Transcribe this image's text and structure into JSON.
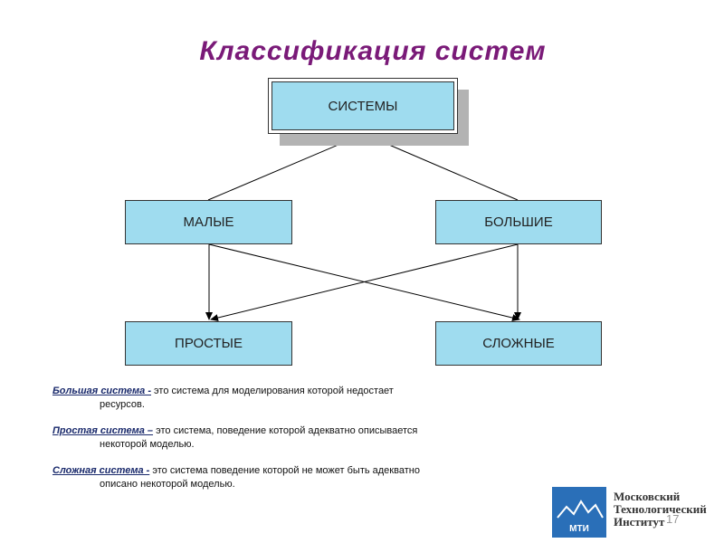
{
  "title": "Классификация систем",
  "nodes": {
    "root": "СИСТЕМЫ",
    "small": "МАЛЫЕ",
    "large": "БОЛЬШИЕ",
    "simple": "ПРОСТЫЕ",
    "complex": "СЛОЖНЫЕ"
  },
  "definitions": [
    {
      "term": "Большая система -",
      "text": " это система для моделирования которой недостает",
      "cont": "ресурсов."
    },
    {
      "term": "Простая система –",
      "text": " это система, поведение которой адекватно описывается",
      "cont": "некоторой моделью."
    },
    {
      "term": "Сложная система -",
      "text": " это система поведение которой не может быть адекватно",
      "cont": "описано некоторой моделью."
    }
  ],
  "logo": {
    "abbr": "МТИ",
    "line1": "Московский",
    "line2": "Технологический",
    "line3": "Институт"
  },
  "page_number": "17",
  "colors": {
    "title": "#7a1a78",
    "box": "#9fdcef",
    "term": "#1a2a6c",
    "logo": "#2a6fb8"
  }
}
